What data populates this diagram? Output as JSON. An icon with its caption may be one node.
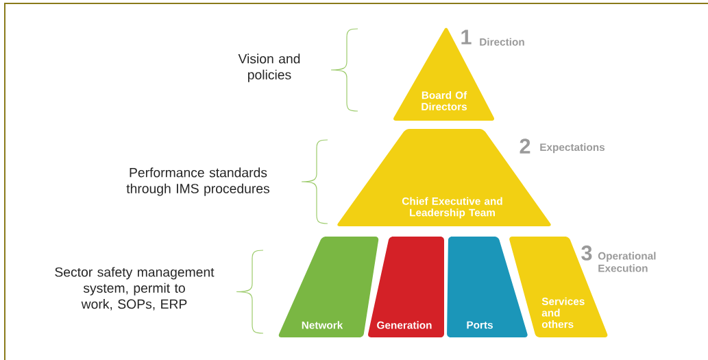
{
  "diagram": {
    "nodes": [
      {
        "text": [
          "Board Of Directors"
        ],
        "beside": [
          "1",
          "Direction"
        ]
      },
      {
        "text": [
          "Chief Executive and Leadership Team"
        ],
        "beside": [
          "2",
          "Expectations"
        ]
      },
      {
        "text": [
          "Network"
        ]
      },
      {
        "text": [
          "Generation"
        ]
      },
      {
        "text": [
          "Ports"
        ]
      },
      {
        "text": [
          "Services and others"
        ],
        "beside": [
          "3",
          "Operational Execution"
        ]
      }
    ],
    "labels": [
      "Vision and policies",
      "Performance standards through IMS procedures",
      "Sector safety management system, permit to work, SOPs, ERP"
    ]
  }
}
